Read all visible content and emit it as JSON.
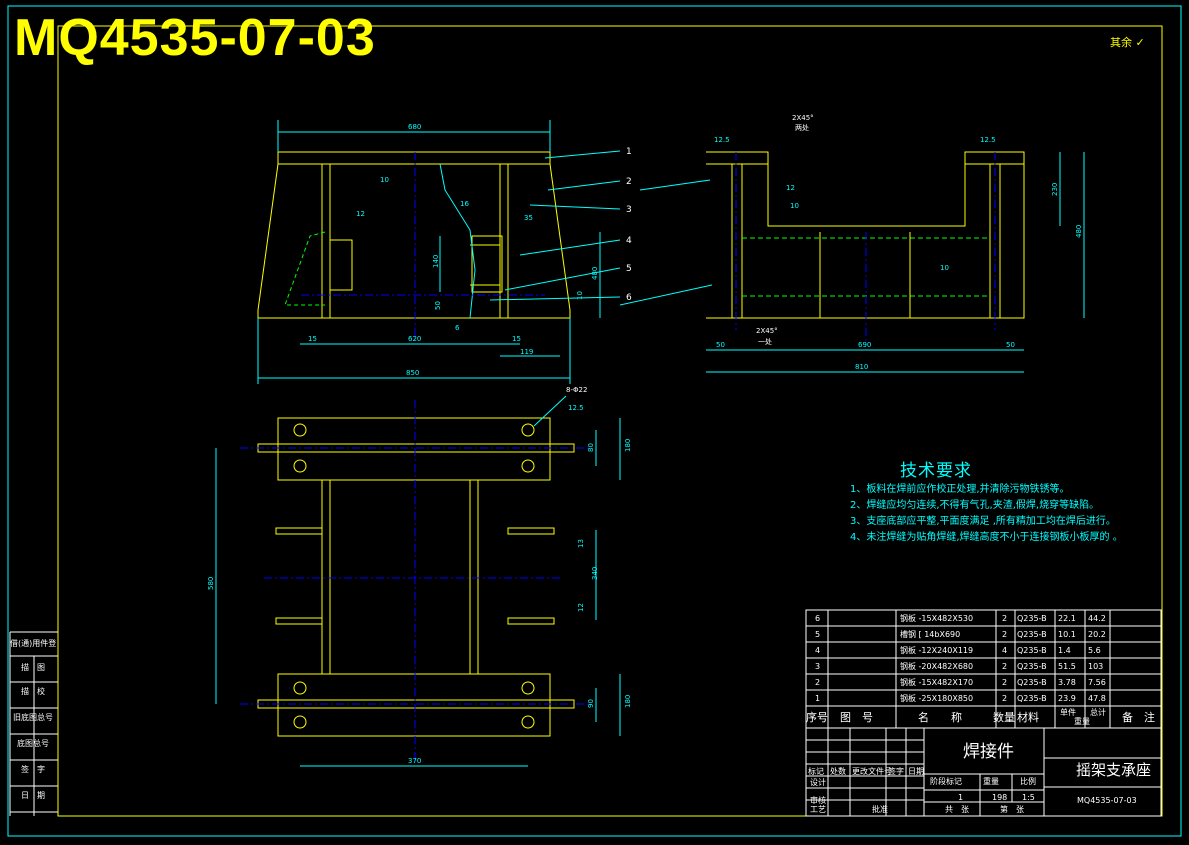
{
  "drawing_number": "MQ4535-07-03",
  "roughness_note": "其余",
  "tech_requirements": {
    "title": "技术要求",
    "items": [
      "1、板料在焊前应作校正处理,并清除污物铁锈等。",
      "2、焊缝应均匀连续,不得有气孔,夹渣,假焊,烧穿等缺陷。",
      "3、支座底部应平整,平面度满足        ,所有精加工均在焊后进行。",
      "4、未注焊缝为贴角焊缝,焊缝高度不小于连接钢板小板厚的        。"
    ]
  },
  "side_block_labels": [
    "借(通)用件登记",
    "描　图",
    "描　校",
    "旧底图总号",
    "底图总号",
    "签　字",
    "日　期"
  ],
  "parts_table": {
    "headers": {
      "no": "序号",
      "drawing": "图　号",
      "name": "名　　称",
      "qty": "数量",
      "material": "材料",
      "unit_weight": "单件",
      "total_weight": "总计",
      "weight": "重量",
      "remark": "备　注"
    },
    "rows": [
      {
        "no": "6",
        "name": "钢板 -15X482X530",
        "qty": "2",
        "material": "Q235-B",
        "unit": "22.1",
        "total": "44.2"
      },
      {
        "no": "5",
        "name": "槽钢 [ 14bX690",
        "qty": "2",
        "material": "Q235-B",
        "unit": "10.1",
        "total": "20.2"
      },
      {
        "no": "4",
        "name": "钢板 -12X240X119",
        "qty": "4",
        "material": "Q235-B",
        "unit": "1.4",
        "total": "5.6"
      },
      {
        "no": "3",
        "name": "钢板 -20X482X680",
        "qty": "2",
        "material": "Q235-B",
        "unit": "51.5",
        "total": "103"
      },
      {
        "no": "2",
        "name": "钢板 -15X482X170",
        "qty": "2",
        "material": "Q235-B",
        "unit": "3.78",
        "total": "7.56"
      },
      {
        "no": "1",
        "name": "钢板 -25X180X850",
        "qty": "2",
        "material": "Q235-B",
        "unit": "23.9",
        "total": "47.8"
      }
    ]
  },
  "title_block": {
    "assembly": "焊接件",
    "part_name": "摇架支承座",
    "number": "MQ4535-07-03",
    "stage_label": "阶段标记",
    "weight_label": "重量",
    "scale_label": "比例",
    "weight": "198",
    "scale": "1:5",
    "sheet_count": "1",
    "total_label": "共　张",
    "page_label": "第　张",
    "sign_labels": [
      "标记",
      "处数",
      "更改文件号",
      "签字",
      "日期",
      "设计",
      "审核",
      "工艺",
      "批准"
    ]
  },
  "dims": {
    "front_top": "680",
    "front_bottom": "850",
    "front_inner": "620",
    "front_left": "15",
    "front_right": "15",
    "front_right2": "119",
    "front_h1": "140",
    "front_h2": "480",
    "front_h3": "50",
    "front_annot_1": "10",
    "front_annot_2": "12",
    "front_annot_3": "6",
    "front_annot_4": "16",
    "front_annot_5": "35",
    "front_annot_6": "10",
    "side_left": "50",
    "side_right": "50",
    "side_mid": "690",
    "side_total": "810",
    "side_h1": "230",
    "side_h2": "480",
    "side_rough": "12.5",
    "side_weld1": "2X45°",
    "side_weld1_note": "两处",
    "side_weld2": "2X45°",
    "side_weld2_note": "一处",
    "side_weld3": "12",
    "side_weld4": "10",
    "side_weld5": "810",
    "plan_hole": "8-Φ22",
    "plan_hole2": "12.5",
    "plan_v1": "180",
    "plan_v2": "80",
    "plan_v3": "580",
    "plan_v4": "180",
    "plan_v5": "90",
    "plan_mid1": "13",
    "plan_mid2": "340",
    "plan_mid3": "12",
    "plan_width": "370"
  },
  "part_balloons": [
    "1",
    "2",
    "3",
    "4",
    "5",
    "6"
  ],
  "colors": {
    "frame": "#ffff00",
    "border": "#00ffff",
    "part": "#ffff00",
    "dim": "#00ffff",
    "center": "#0000ff",
    "hidden": "#00ff00",
    "text": "#ffffff"
  }
}
